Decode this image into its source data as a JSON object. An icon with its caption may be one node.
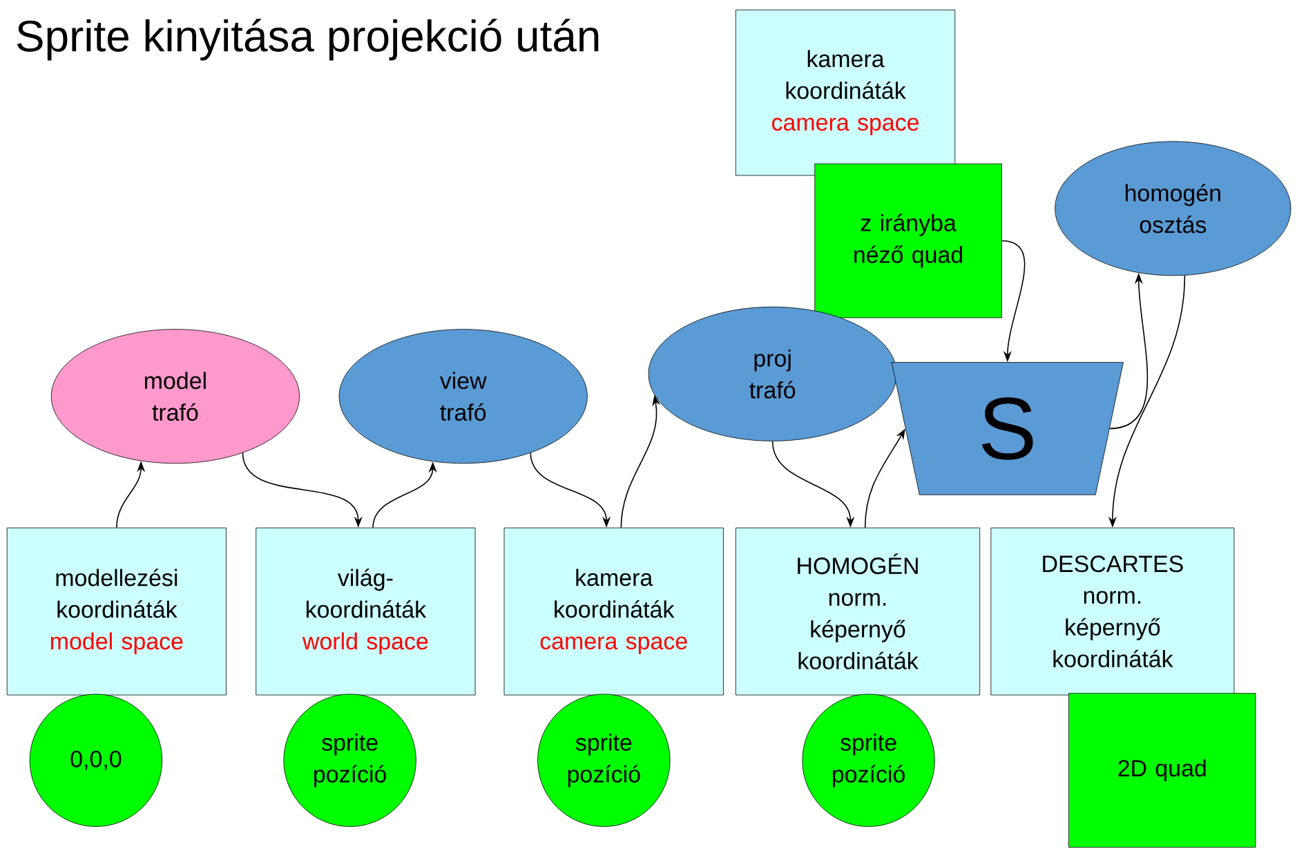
{
  "diagram": {
    "title": "Sprite kinyitása projekció után",
    "nodes": [
      {
        "text": [
          "kamera koordináták",
          "camera space"
        ]
      },
      {
        "text": [
          "z irányba néző quad"
        ]
      },
      {
        "text": [
          "homogén osztás"
        ]
      },
      {
        "text": [
          "model trafó"
        ]
      },
      {
        "text": [
          "view trafó"
        ]
      },
      {
        "text": [
          "proj trafó"
        ]
      },
      {
        "text": [
          "S"
        ]
      },
      {
        "text": [
          "modellezési koordináták",
          "model space"
        ]
      },
      {
        "text": [
          "világ- koordináták",
          "world space"
        ]
      },
      {
        "text": [
          "kamera koordináták",
          "camera space"
        ]
      },
      {
        "text": [
          "HOMOGÉN norm. képernyő koordináták"
        ]
      },
      {
        "text": [
          "DESCARTES norm. képernyő koordináták"
        ]
      },
      {
        "text": [
          "0,0,0"
        ]
      },
      {
        "text": [
          "sprite pozíció"
        ]
      },
      {
        "text": [
          "sprite pozíció"
        ]
      },
      {
        "text": [
          "sprite pozíció"
        ]
      },
      {
        "text": [
          "2D quad"
        ]
      }
    ],
    "edges": [
      {
        "from": 7,
        "to": 3,
        "arrow": "to"
      },
      {
        "from": 3,
        "to": 8,
        "arrow": "to"
      },
      {
        "from": 8,
        "to": 4,
        "arrow": "to"
      },
      {
        "from": 4,
        "to": 9,
        "arrow": "to"
      },
      {
        "from": 9,
        "to": 5,
        "arrow": "to"
      },
      {
        "from": 5,
        "to": 10,
        "arrow": "to"
      },
      {
        "from": 10,
        "to": 6,
        "arrow": "to"
      },
      {
        "from": 1,
        "to": 6,
        "arrow": "to"
      },
      {
        "from": 6,
        "to": 2,
        "arrow": "to"
      },
      {
        "from": 2,
        "to": 11,
        "arrow": "to"
      }
    ]
  }
}
